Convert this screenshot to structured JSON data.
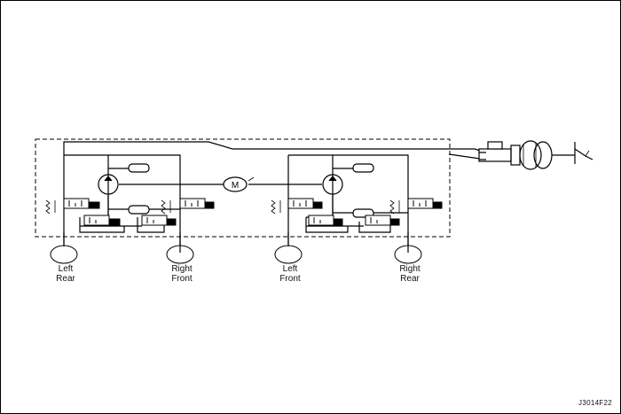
{
  "wheels": [
    {
      "line1": "Left",
      "line2": "Rear"
    },
    {
      "line1": "Right",
      "line2": "Front"
    },
    {
      "line1": "Left",
      "line2": "Front"
    },
    {
      "line1": "Right",
      "line2": "Rear"
    }
  ],
  "motor_symbol": "M",
  "figure_code": "J3014F22"
}
